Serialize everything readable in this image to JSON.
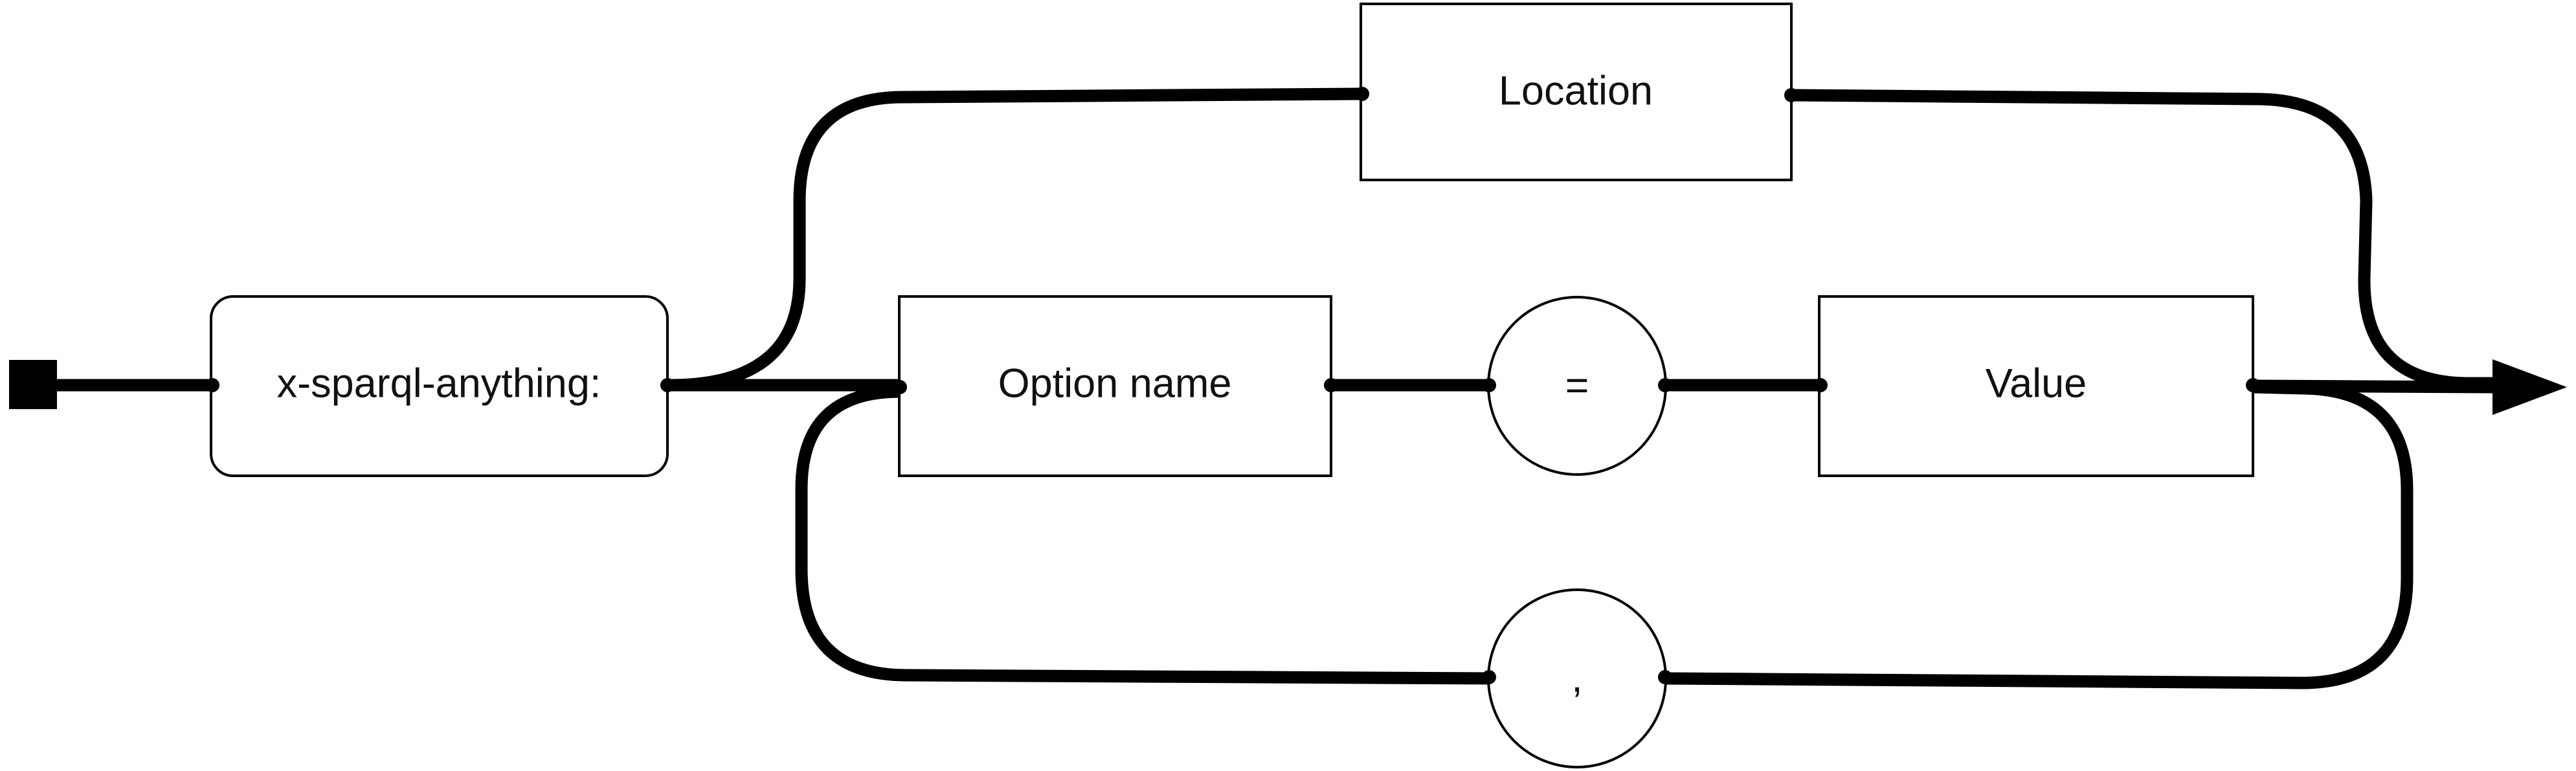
{
  "diagram": {
    "terminal_label": "x-sparql-anything:",
    "location_label": "Location",
    "option_name_label": "Option name",
    "equals_label": "=",
    "value_label": "Value",
    "comma_label": ","
  }
}
